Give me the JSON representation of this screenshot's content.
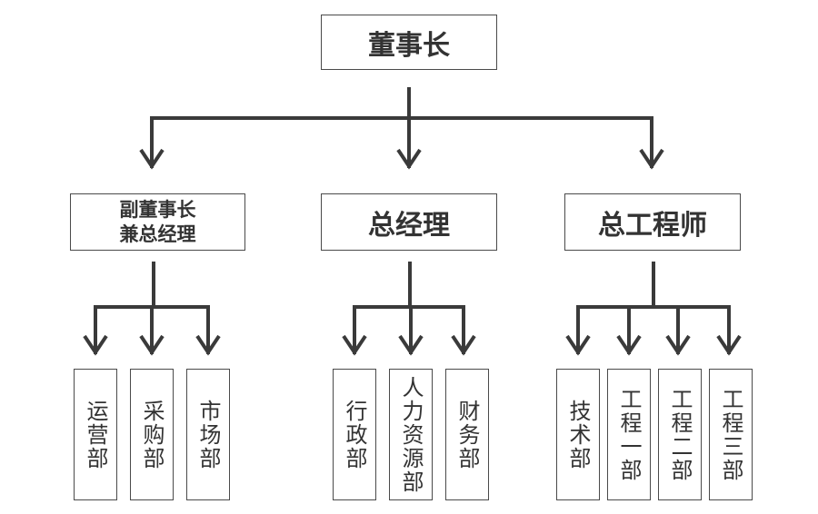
{
  "colors": {
    "line": "#3a3a3a",
    "border": "#4a4a4a",
    "text": "#333333"
  },
  "root": {
    "label": "董事长"
  },
  "managers": [
    {
      "label_line1": "副董事长",
      "label_line2": "兼总经理"
    },
    {
      "label": "总经理"
    },
    {
      "label": "总工程师"
    }
  ],
  "departments": [
    [
      "运营部",
      "采购部",
      "市场部"
    ],
    [
      "行政部",
      "人力资源部",
      "财务部"
    ],
    [
      "技术部",
      "工程一部",
      "工程二部",
      "工程三部"
    ]
  ]
}
